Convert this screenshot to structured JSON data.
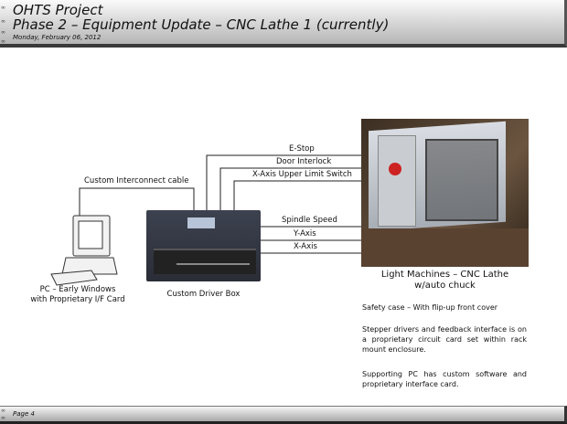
{
  "header": {
    "project": "OHTS Project",
    "title": "Phase 2 – Equipment Update – CNC Lathe 1 (currently)",
    "date": "Monday, February 06, 2012"
  },
  "diagram": {
    "pc_label_1": "PC – Early Windows",
    "pc_label_2": "with Proprietary I/F Card",
    "cable_label": "Custom Interconnect cable",
    "driver_label": "Custom Driver Box",
    "signals": [
      "E-Stop",
      "Door Interlock",
      "X-Axis Upper Limit Switch",
      "Spindle Speed",
      "Y-Axis",
      "X-Axis"
    ],
    "lathe_label_1": "Light Machines – CNC Lathe",
    "lathe_label_2": "w/auto chuck"
  },
  "notes": [
    "Safety case – With flip-up front cover",
    "Stepper drivers and feedback interface is on a proprietary circuit card set within rack mount enclosure.",
    "Supporting PC has custom software and proprietary interface card."
  ],
  "footer": {
    "page": "Page 4"
  }
}
